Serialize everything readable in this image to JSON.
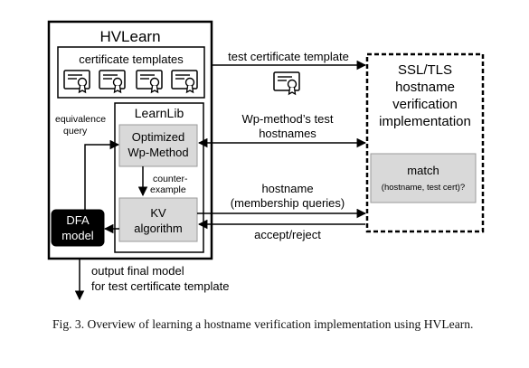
{
  "hvlearn": {
    "title": "HVLearn",
    "templates_label": "certificate templates",
    "learnlib": {
      "title": "LearnLib",
      "wp_method": [
        "Optimized",
        "Wp-Method"
      ],
      "kv_algorithm": [
        "KV",
        "algorithm"
      ],
      "counterexample": [
        "counter-",
        "example"
      ],
      "equivalence_query": [
        "equivalence",
        "query"
      ]
    },
    "dfa_model": [
      "DFA",
      "model"
    ]
  },
  "ssl_impl": {
    "title": [
      "SSL/TLS",
      "hostname",
      "verification",
      "implementation"
    ],
    "match_title": "match",
    "match_sub": "(hostname, test cert)?"
  },
  "arrows": {
    "test_template": "test certificate template",
    "wp_hostnames": [
      "Wp-method’s test",
      "hostnames"
    ],
    "hostname_queries": [
      "hostname",
      "(membership queries)"
    ],
    "accept_reject": "accept/reject",
    "output": [
      "output final model",
      "for test certificate template"
    ]
  },
  "caption": "Fig. 3.  Overview of learning a hostname verification implementation using HVLearn."
}
